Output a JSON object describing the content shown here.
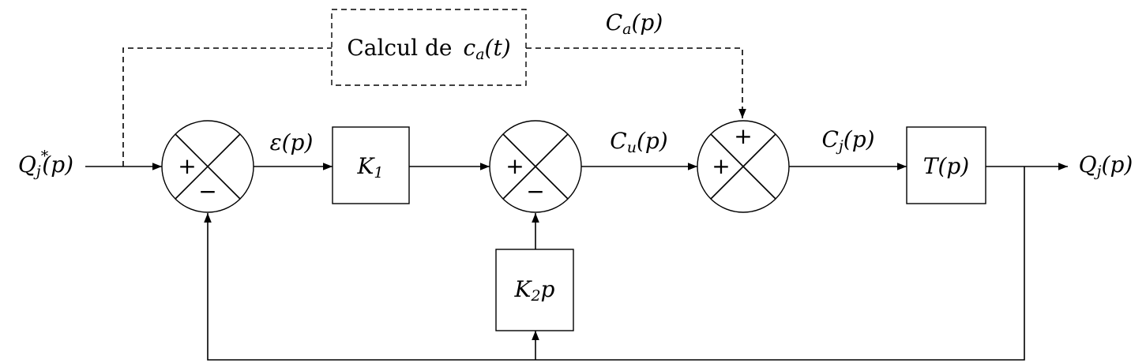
{
  "signals": {
    "input": "Q_j^*(p)",
    "epsilon": "ε(p)",
    "cu": "C_u(p)",
    "cj": "C_j(p)",
    "ca": "C_a(p)",
    "output": "Q_j(p)"
  },
  "blocks": {
    "k1": "K_1",
    "k2p": "K_2p",
    "t": "T(p)",
    "calc_prefix": "Calcul de",
    "calc_var": "c_a(t)"
  },
  "signs": {
    "s1_left": "+",
    "s1_bottom": "−",
    "s2_left": "+",
    "s2_bottom": "−",
    "s3_left": "+",
    "s3_top": "+"
  }
}
